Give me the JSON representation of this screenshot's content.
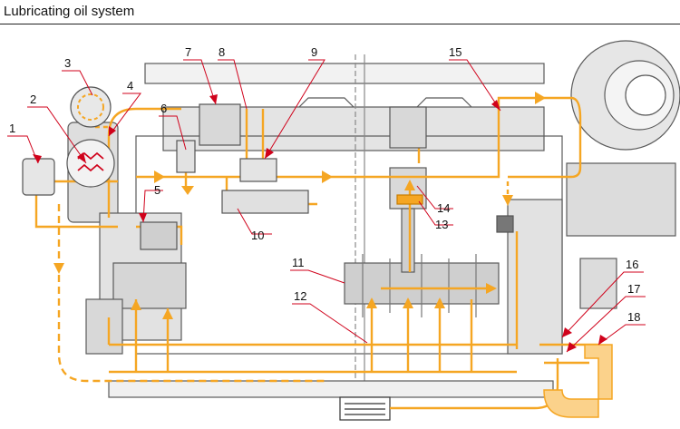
{
  "title": "Lubricating oil system",
  "callouts": [
    "1",
    "2",
    "3",
    "4",
    "5",
    "6",
    "7",
    "8",
    "9",
    "10",
    "11",
    "12",
    "13",
    "14",
    "15",
    "16",
    "17",
    "18"
  ],
  "colors": {
    "oil_flow": "#f5a623",
    "engine_outline": "#555555",
    "engine_fill": "#e6e6e6",
    "leader": "#d0021b",
    "text": "#111111"
  }
}
